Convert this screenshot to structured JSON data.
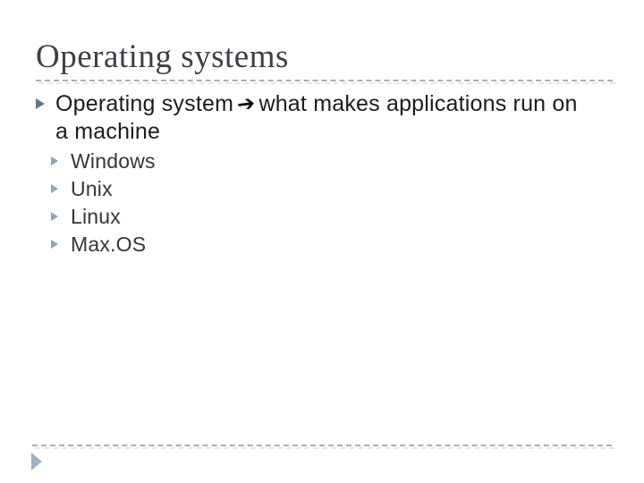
{
  "slide": {
    "title": "Operating systems",
    "main_bullet": {
      "text_before_arrow": "Operating system",
      "arrow_glyph": "➔",
      "text_after_arrow": "what makes applications run on a machine"
    },
    "sub_bullets": [
      "Windows",
      "Unix",
      "Linux",
      "Max.OS"
    ],
    "colors": {
      "background": "#ffffff",
      "title_text": "#3d3f47",
      "body_text": "#1a1c20",
      "sub_bullet_text": "#33363b",
      "bullet_triangle_l1": "#5f7795",
      "bullet_triangle_l2": "#8da4ba",
      "footer_arrow": "#9cb3c6",
      "dashed_rule": "#a9aeb2",
      "arrow_glyph_color": "#0a0a0a"
    }
  }
}
